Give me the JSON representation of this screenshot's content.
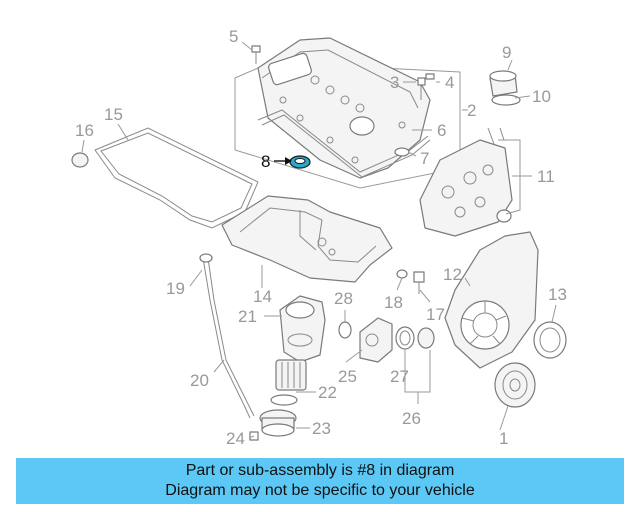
{
  "callouts": {
    "c1": "1",
    "c2": "2",
    "c3": "3",
    "c4": "4",
    "c5": "5",
    "c6": "6",
    "c7": "7",
    "c8": "8",
    "c9": "9",
    "c10": "10",
    "c11": "11",
    "c12": "12",
    "c13": "13",
    "c14": "14",
    "c15": "15",
    "c16": "16",
    "c17": "17",
    "c18": "18",
    "c19": "19",
    "c20": "20",
    "c21": "21",
    "c22": "22",
    "c23": "23",
    "c24": "24",
    "c25": "25",
    "c26": "26",
    "c27": "27",
    "c28": "28"
  },
  "highlighted_part": "8",
  "colors": {
    "banner": "#5bc8f5",
    "highlight_part": "#2aa7c9",
    "callout_text": "#999999"
  },
  "banner": {
    "line1": "Part or sub-assembly is #8 in diagram",
    "line2": "Diagram may not be specific to your vehicle"
  }
}
